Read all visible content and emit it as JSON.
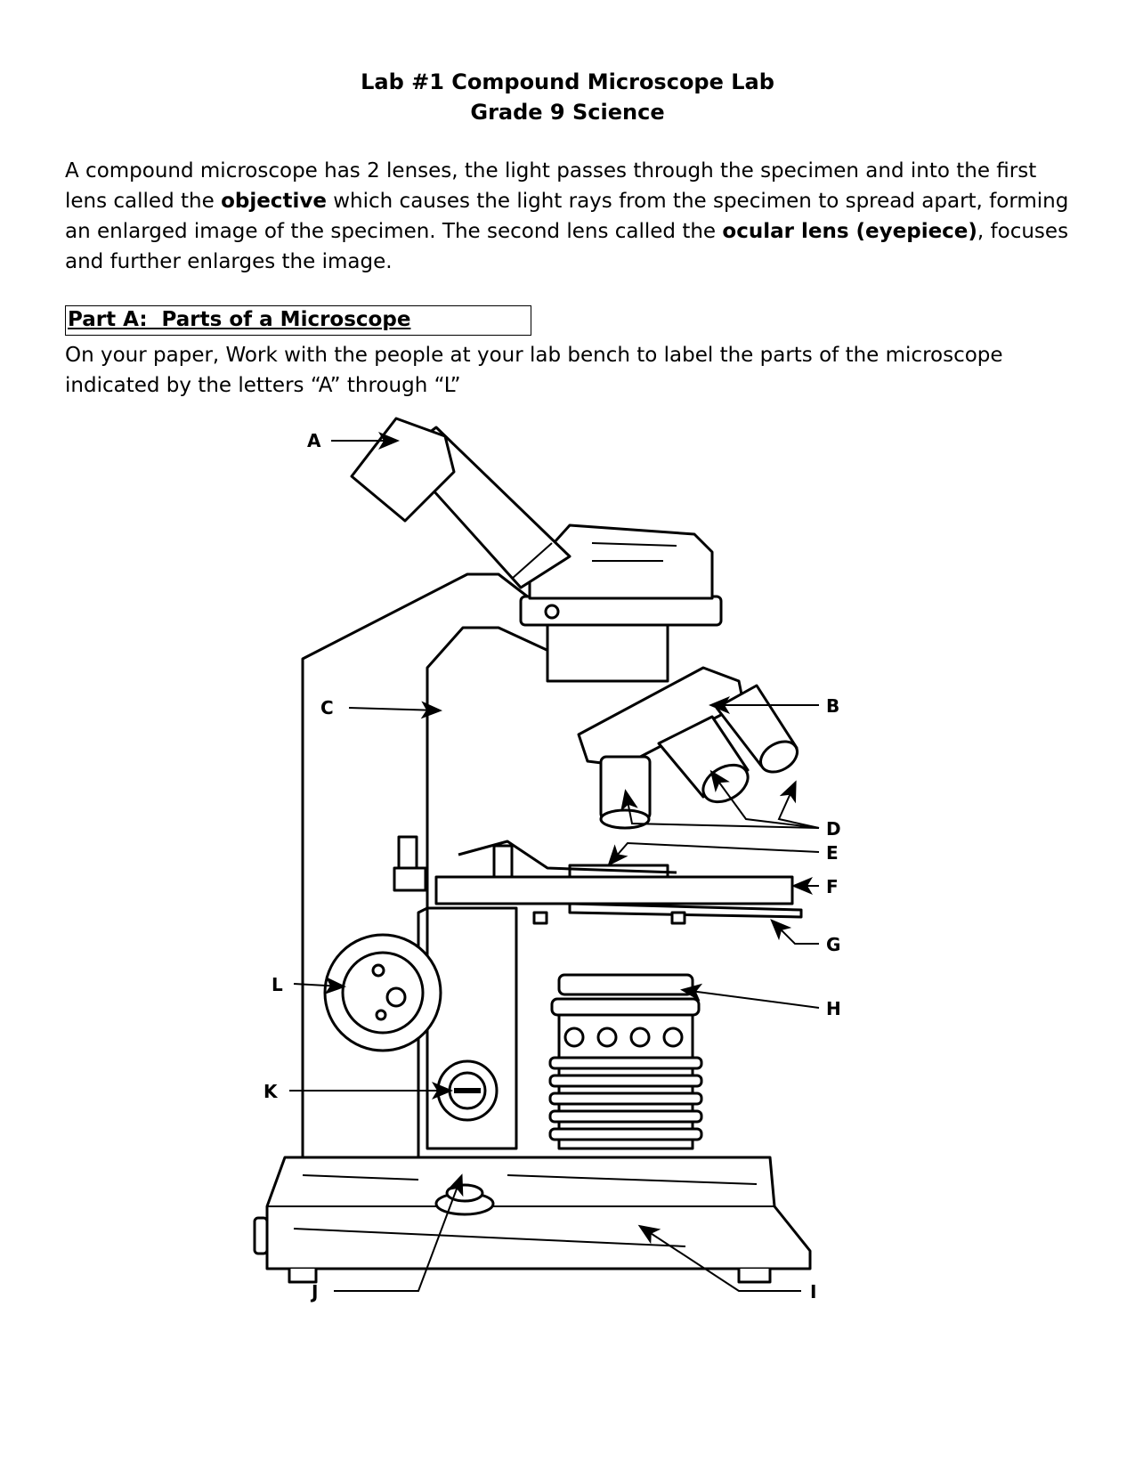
{
  "header": {
    "title": "Lab #1 Compound Microscope Lab",
    "subtitle": "Grade 9 Science"
  },
  "intro": {
    "p1": "A compound microscope has 2 lenses, the light passes through the specimen and into the first lens called the ",
    "term_objective": "objective",
    "p2": " which causes the light rays from the specimen to spread apart, forming an enlarged image of the specimen.  The second lens called the ",
    "term_ocular": "ocular lens (eyepiece)",
    "p3": ", focuses and further enlarges the image."
  },
  "part_a": {
    "title": "Part A:  Parts of a Microscope",
    "instructions": "On your paper, Work with the people at your lab bench to label the parts of the microscope indicated by the letters “A” through “L”"
  },
  "diagram": {
    "labels": {
      "A": "A",
      "B": "B",
      "C": "C",
      "D": "D",
      "E": "E",
      "F": "F",
      "G": "G",
      "H": "H",
      "I": "I",
      "J": "J",
      "K": "K",
      "L": "L"
    }
  }
}
